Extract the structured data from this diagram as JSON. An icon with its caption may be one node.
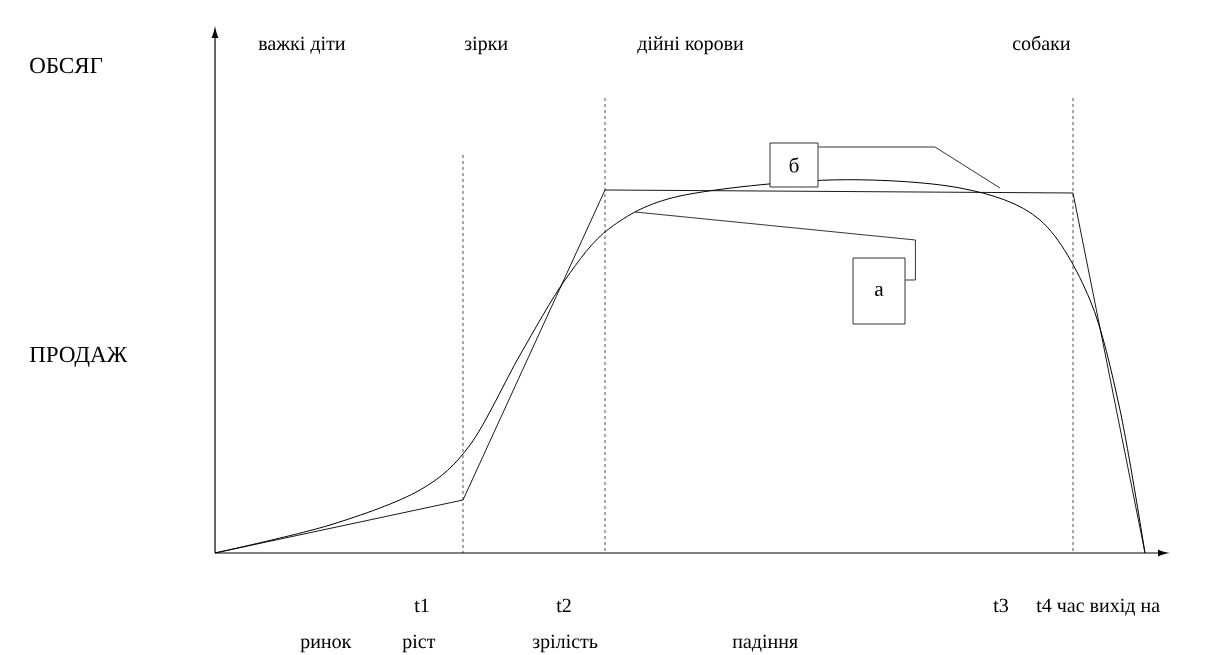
{
  "diagram": {
    "nodes": [
      {
        "text": [
          "б"
        ]
      },
      {
        "text": [
          "а"
        ]
      }
    ],
    "edges": [
      {
        "from": 0,
        "to": null,
        "arrow": "none"
      },
      {
        "from": 1,
        "to": null,
        "arrow": "none"
      }
    ],
    "labels": [
      "ОБСЯГ",
      "важкі діти",
      "зірки",
      "дійні корови",
      "собаки",
      "ПРОДАЖ",
      "t1",
      "t2",
      "t3",
      "t4 час вихід на",
      "ринок",
      "ріст",
      "зрілість",
      "падіння"
    ]
  }
}
